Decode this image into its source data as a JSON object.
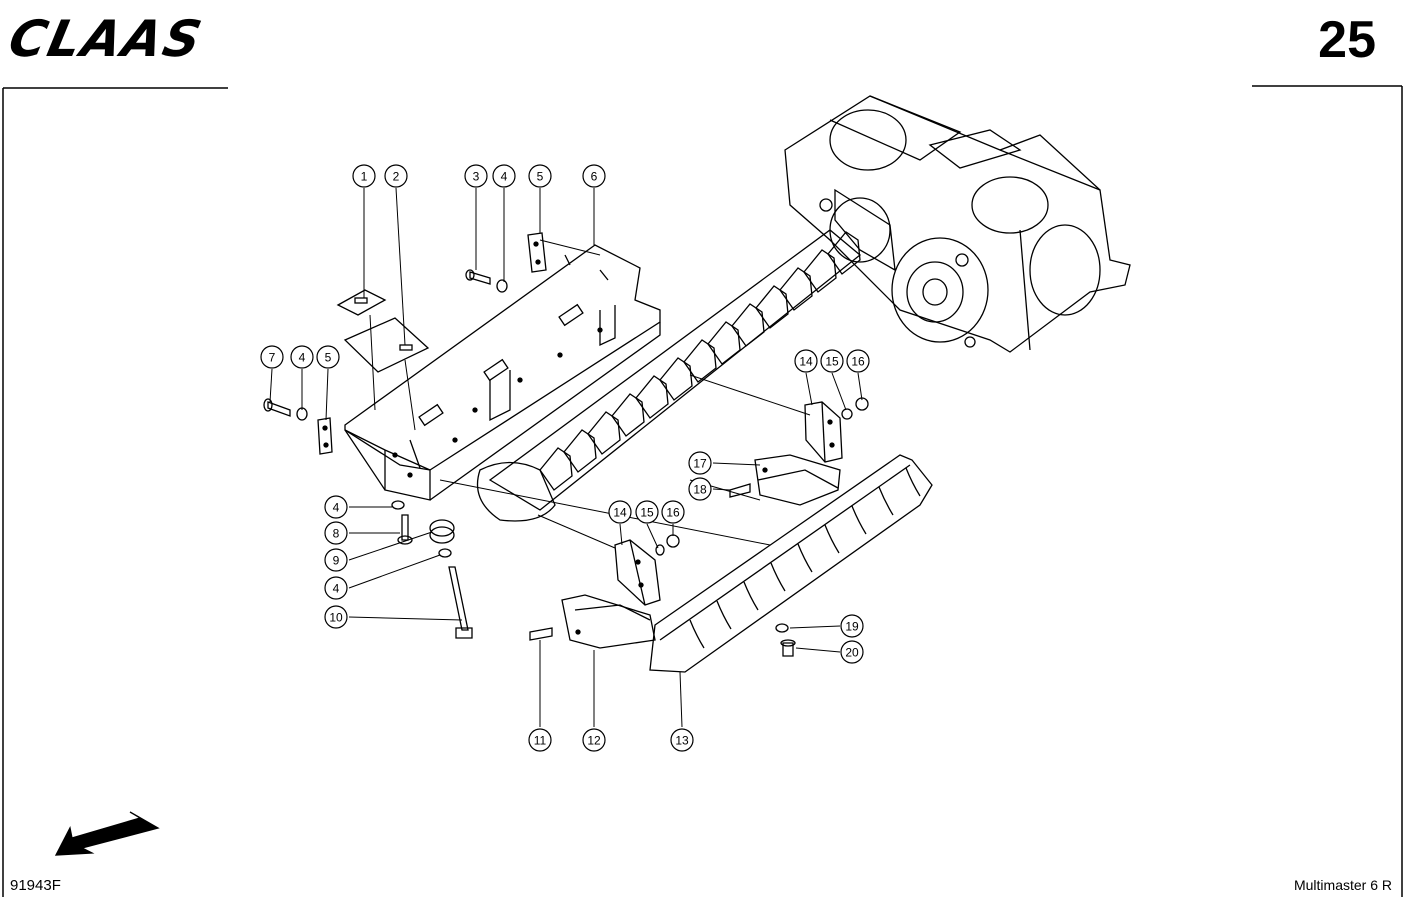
{
  "header": {
    "brand": "CLAAS",
    "page_number": "25"
  },
  "footer": {
    "drawing_code": "91943F",
    "model": "Multimaster 6 R"
  },
  "callouts": [
    "1",
    "2",
    "3",
    "4",
    "5",
    "6",
    "7",
    "4",
    "5",
    "4",
    "8",
    "9",
    "4",
    "10",
    "11",
    "12",
    "13",
    "14",
    "15",
    "16",
    "17",
    "18",
    "14",
    "15",
    "16",
    "19",
    "20"
  ],
  "icons": [
    "direction-arrow-icon"
  ]
}
